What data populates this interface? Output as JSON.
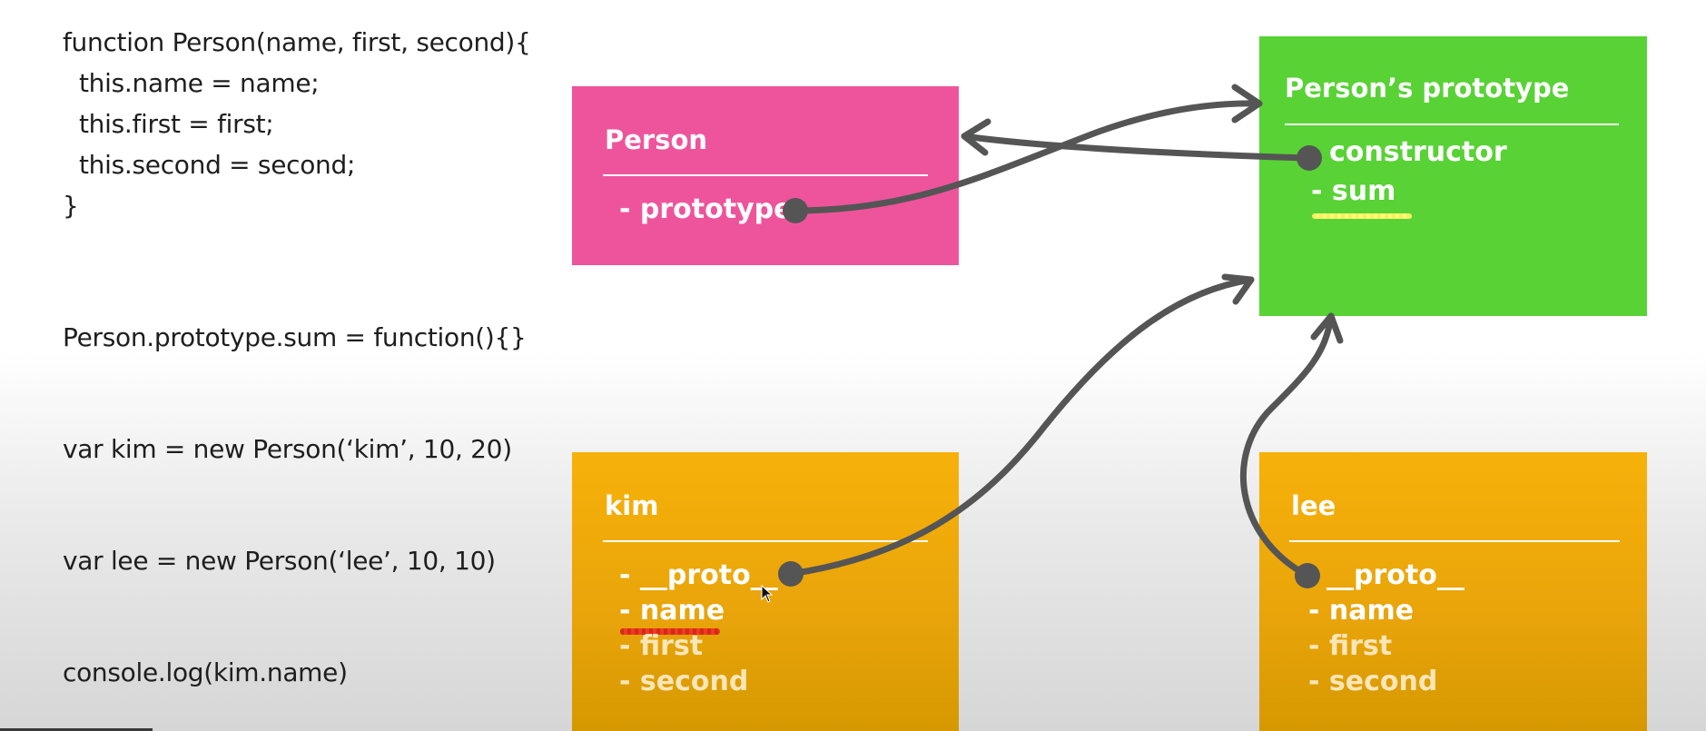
{
  "code": {
    "block1": [
      "function Person(name, first, second){",
      "this.name = name;",
      "this.first = first;",
      "this.second = second;",
      "}"
    ],
    "line_sum": "Person.prototype.sum = function(){}",
    "line_kim": "var kim = new Person(‘kim’, 10, 20)",
    "line_lee": "var lee = new Person(‘lee’, 10, 10)",
    "line_console": "console.log(kim.name)"
  },
  "boxes": {
    "person": {
      "title": "Person",
      "items": [
        "- prototype"
      ],
      "color": "#ee549b"
    },
    "prototype": {
      "title": "Person’s prototype",
      "items": [
        "constructor",
        "- sum"
      ],
      "color": "#58d235"
    },
    "kim": {
      "title": "kim",
      "items": [
        "- __proto__",
        "- name",
        "- first",
        "- second"
      ],
      "color": "#f7b10a"
    },
    "lee": {
      "title": "lee",
      "items": [
        "__proto__",
        "- name",
        "- first",
        "- second"
      ],
      "color": "#f7b10a"
    }
  },
  "colors": {
    "arrow": "#555555",
    "highlight_red": "#e8341f",
    "highlight_yellow": "#f6f25a"
  }
}
